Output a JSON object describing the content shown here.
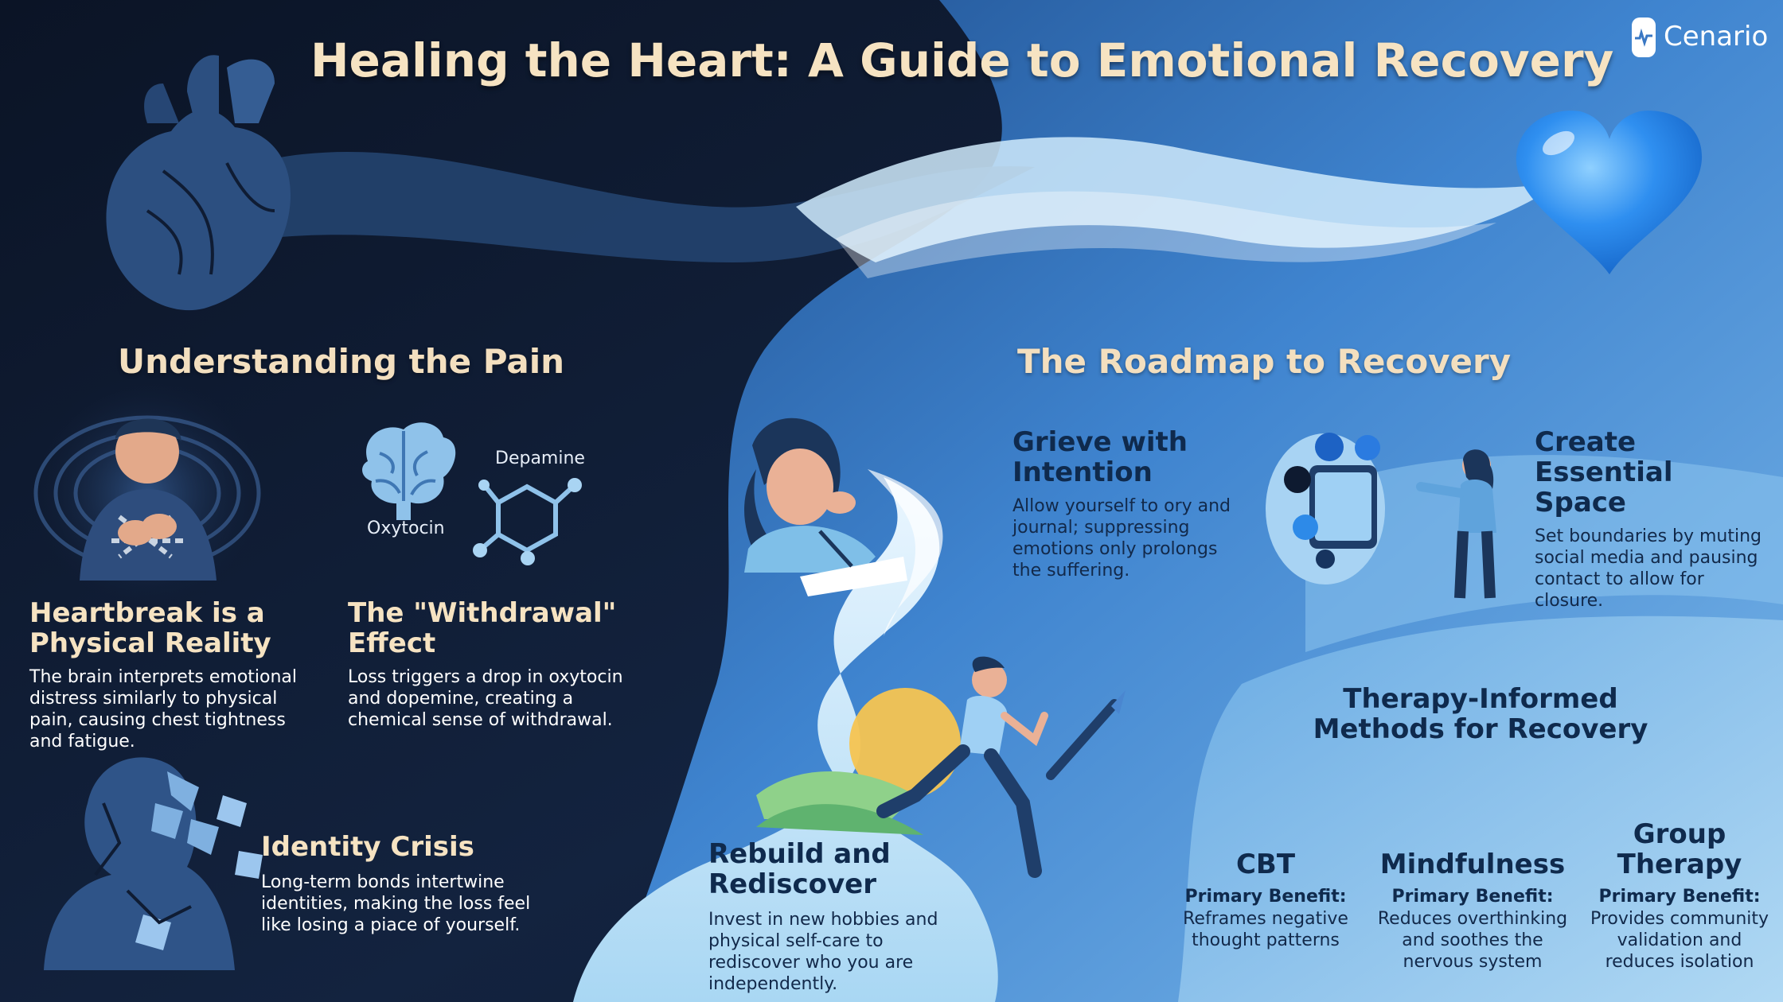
{
  "header": {
    "title": "Healing the Heart: A Guide to Emotional Recovery",
    "brand": "Cenario"
  },
  "colors": {
    "dark_navy": "#0f1a30",
    "mid_blue": "#3a78c4",
    "light_blue": "#9cd0f0",
    "heading_cream": "#f6e3c2",
    "dark_text": "#0f2a4d",
    "heart_blue": "#2c8cf0"
  },
  "pain_section": {
    "title": "Understanding the Pain",
    "heartbreak": {
      "icon": "person-chained-icon",
      "title": "Heartbreak is a Physical Reality",
      "body": "The brain interprets emotional distress similarly to physical pain, causing chest tightness and fatigue."
    },
    "withdrawal": {
      "icon_brain": "brain-icon",
      "icon_molecule": "molecule-icon",
      "label_oxytocin": "Oxytocin",
      "label_dopamine": "Depamine",
      "title": "The \"Withdrawal\" Effect",
      "body": "Loss triggers a drop in oxytocin and dopemine, creating a chemical sense of withdrawal."
    },
    "identity": {
      "icon": "fragmented-head-icon",
      "title": "Identity Crisis",
      "body": "Long-term bonds intertwine identities, making the loss feel like losing a piace of yourself."
    }
  },
  "roadmap_section": {
    "title": "The Roadmap to Recovery",
    "grieve": {
      "icon": "crying-woman-journaling-icon",
      "title": "Grieve with Intention",
      "body": "Allow yourself to ory and journal; suppressing emotions only prolongs the suffering."
    },
    "space": {
      "icon": "social-media-phone-icon",
      "icon_person": "standing-woman-stop-icon",
      "title": "Create Essential Space",
      "body": "Set boundaries by muting social media and pausing contact to allow for closure."
    },
    "rebuild": {
      "icon": "running-woman-paintbrush-icon",
      "title": "Rebuild and Rediscover",
      "body": "Invest in new hobbies and physical self-care to rediscover who you are independently."
    },
    "therapy": {
      "title": "Therapy-Informed Methods for Recovery",
      "methods": [
        {
          "name": "CBT",
          "benefit_label": "Primary Benefit:",
          "benefit": "Reframes negative thought patterns"
        },
        {
          "name": "Mindfulness",
          "benefit_label": "Primary Benefit:",
          "benefit": "Reduces overthinking and soothes the nervous system"
        },
        {
          "name": "Group Therapy",
          "benefit_label": "Primary Benefit:",
          "benefit": "Provides community validation and reduces isolation"
        }
      ]
    }
  }
}
